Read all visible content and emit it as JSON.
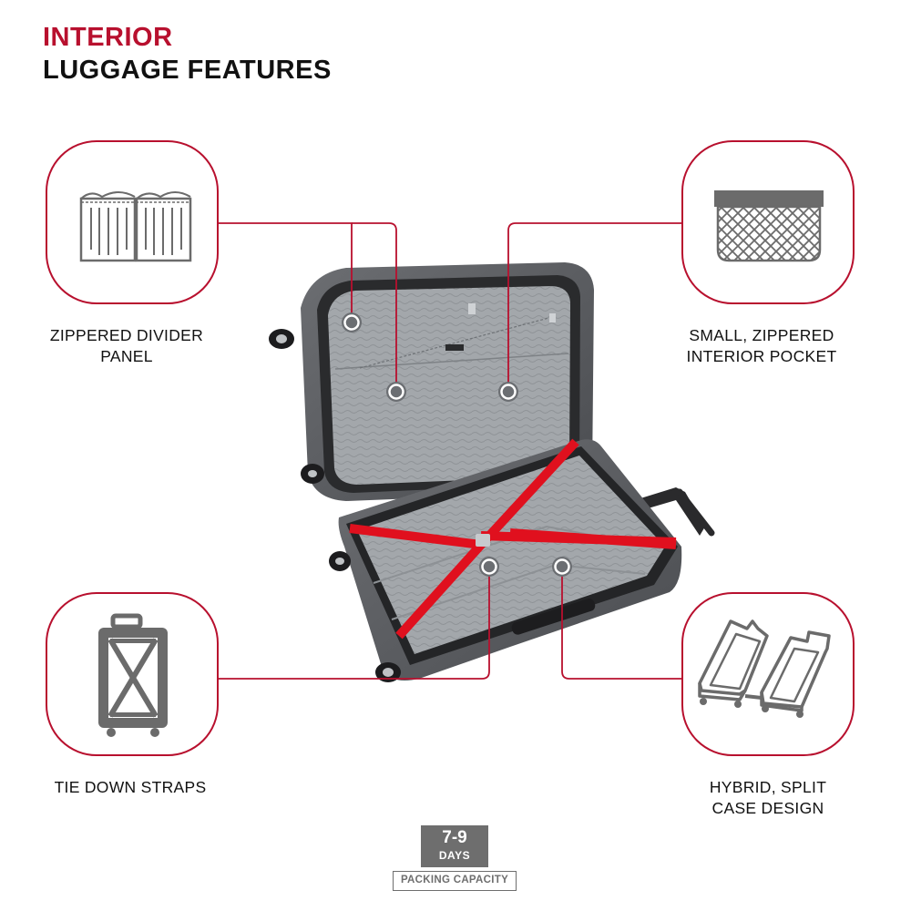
{
  "header": {
    "title_line1": "INTERIOR",
    "title_line2": "LUGGAGE FEATURES"
  },
  "features": [
    {
      "label_line1": "ZIPPERED DIVIDER",
      "label_line2": "PANEL",
      "icon": "divider-panel-icon"
    },
    {
      "label_line1": "SMALL, ZIPPERED",
      "label_line2": "INTERIOR POCKET",
      "icon": "mesh-pocket-icon"
    },
    {
      "label_line1": "TIE DOWN STRAPS",
      "label_line2": "",
      "icon": "strapped-suitcase-icon"
    },
    {
      "label_line1": "HYBRID, SPLIT",
      "label_line2": "CASE DESIGN",
      "icon": "split-case-icon"
    }
  ],
  "badge": {
    "number": "7-9",
    "unit": "DAYS",
    "caption": "PACKING CAPACITY"
  },
  "brand": {
    "accent": "#b8102e",
    "strap": "#e0101e",
    "text": "#111111",
    "gray": "#6e6e6e"
  }
}
